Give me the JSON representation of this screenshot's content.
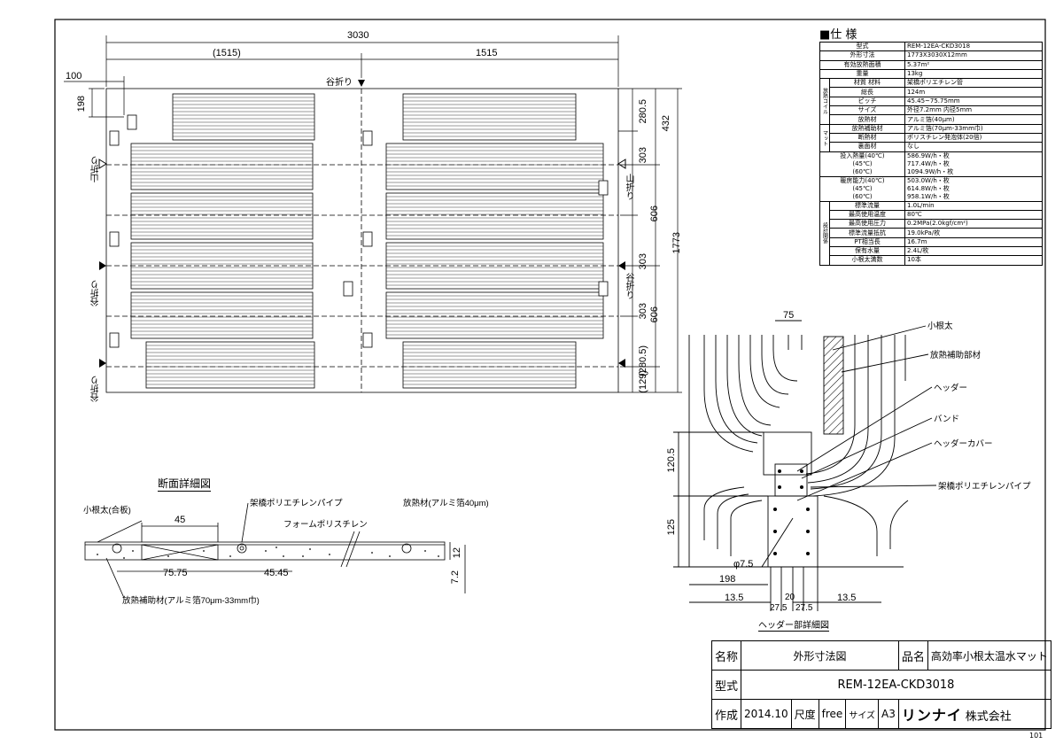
{
  "drawing": {
    "dims_top": {
      "total": "3030",
      "left_half": "(1515)",
      "right_half": "1515",
      "offset": "100"
    },
    "dims_left": {
      "d198": "198"
    },
    "dims_right": {
      "a": "280.5",
      "b": "432",
      "c": "303",
      "d": "606",
      "e": "303",
      "f": "606",
      "g": "303",
      "h": "(280.5)",
      "i": "(129)",
      "total": "1773"
    },
    "fold_labels": {
      "valley_top": "谷折り",
      "mountain_left": "山折り",
      "mountain_right": "山折り",
      "valley_left1": "谷折り",
      "valley_right": "谷折り",
      "valley_left2": "谷折り"
    }
  },
  "spec": {
    "title": "■仕 様",
    "rows": [
      {
        "k": "型式",
        "v": "REM-12EA-CKD3018"
      },
      {
        "k": "外形寸法",
        "v": "1773X3030X12mm"
      },
      {
        "k": "有効放熱面積",
        "v": "5.37m²"
      },
      {
        "k": "重量",
        "v": "13kg"
      },
      {
        "k": "材質 材料",
        "v": "架橋ポリエチレン管"
      },
      {
        "k": "総長",
        "v": "124m"
      },
      {
        "k": "ピッチ",
        "v": "45.45~75.75mm"
      },
      {
        "k": "サイズ",
        "v": "外径7.2mm 内径5mm"
      },
      {
        "k": "放熱材",
        "v": "アルミ箔(40μm)"
      },
      {
        "k": "放熱補助材",
        "v": "アルミ箔(70μm-33mm巾)"
      },
      {
        "k": "断熱材",
        "v": "ポリスチレン発泡体(20倍)"
      },
      {
        "k": "裏面材",
        "v": "なし"
      },
      {
        "k": "投入熱量(40℃)\n(45℃)\n(60℃)",
        "v": "586.9W/h・枚\n717.4W/h・枚\n1094.9W/h・枚"
      },
      {
        "k": "暖房能力(40℃)\n(45℃)\n(60℃)",
        "v": "503.0W/h・枚\n614.8W/h・枚\n958.1W/h・枚"
      },
      {
        "k": "標準流量",
        "v": "1.0L/min"
      },
      {
        "k": "最高使用温度",
        "v": "80℃"
      },
      {
        "k": "最高使用圧力",
        "v": "0.2MPa(2.0kgf/cm²)"
      },
      {
        "k": "標準流量抵抗",
        "v": "19.0kPa/枚"
      },
      {
        "k": "PT相当長",
        "v": "16.7m"
      },
      {
        "k": "保有水量",
        "v": "2.4L/枚"
      },
      {
        "k": "小根太満数",
        "v": "10本"
      }
    ],
    "groups": {
      "coil": "放熱コイル",
      "mat": "マット",
      "design": "設計関係"
    }
  },
  "section": {
    "title": "断面詳細図",
    "labels": {
      "joist": "小根太(合板)",
      "pipe": "架橋ポリエチレンパイプ",
      "foam": "フォームポリスチレン",
      "radiator": "放熱材(アルミ箔40μm)",
      "aux": "放熱補助材(アルミ箔70μm-33mm巾)"
    },
    "dims": {
      "d45": "45",
      "d7575": "75.75",
      "d4545": "45.45",
      "d12": "12",
      "d72": "7.2"
    }
  },
  "header_detail": {
    "title": "ヘッダー部詳細図",
    "labels": {
      "joist": "小根太",
      "aux": "放熱補助部材",
      "header": "ヘッダー",
      "band": "バンド",
      "cover": "ヘッダーカバー",
      "pipe": "架橋ポリエチレンパイプ"
    },
    "dims": {
      "d75": "75",
      "d1205": "120.5",
      "d125": "125",
      "phi": "φ7.5",
      "d198": "198",
      "d135a": "13.5",
      "d275a": "27.5",
      "d20": "20",
      "d275b": "27.5",
      "d135b": "13.5"
    }
  },
  "title_block": {
    "name_label": "名称",
    "name": "外形寸法図",
    "product_label": "品名",
    "product": "高効率小根太温水マット",
    "model_label": "型式",
    "model": "REM-12EA-CKD3018",
    "made_label": "作成",
    "date": "2014.10",
    "scale_label": "尺度",
    "scale": "free",
    "size_label": "サイズ",
    "size": "A3",
    "brand": "リンナイ",
    "company": "株式会社"
  },
  "page_no": "101"
}
